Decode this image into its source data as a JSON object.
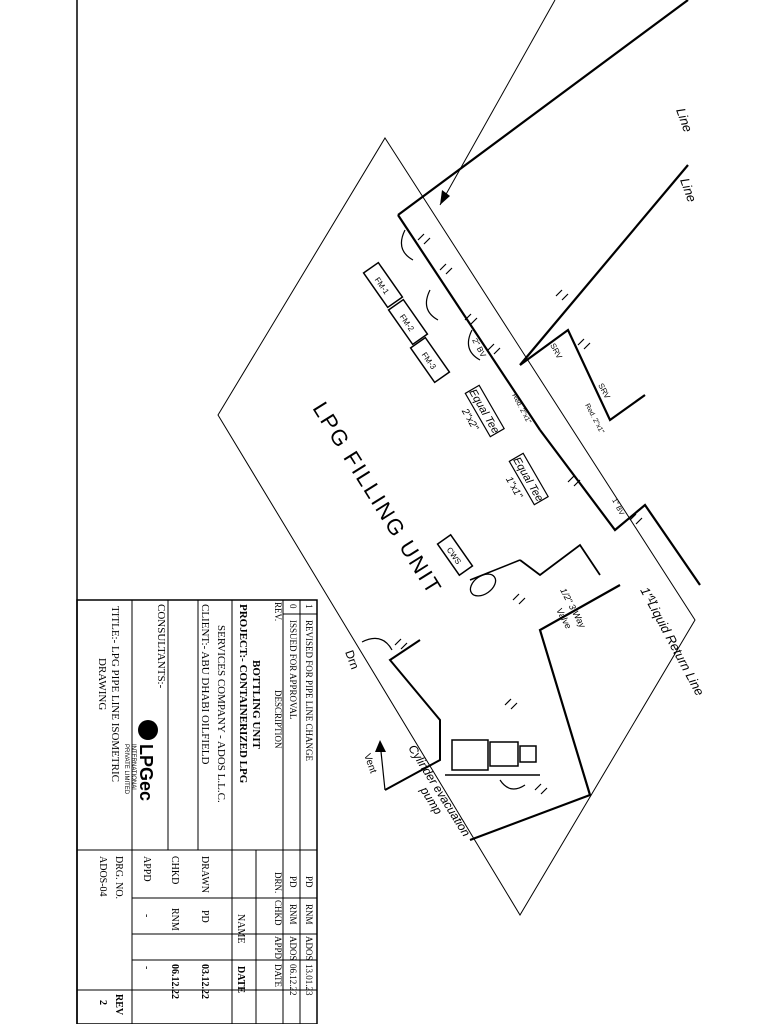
{
  "drawing": {
    "unit_title": "LPG FILLING UNIT",
    "liquid_return_label": "1\" Liquid Return Line",
    "top_line_label_1": "Line",
    "top_line_label_2": "Line",
    "pump_label_1": "Cylinder evacuation",
    "pump_label_2": "pump",
    "drain_label": "Drn",
    "vent_label": "Vent",
    "equal_tee_1_label": "Equal Tee",
    "equal_tee_1_size": "2\"x2\"",
    "equal_tee_2_label": "Equal Tee",
    "equal_tee_2_size": "1\"x1\"",
    "valve_3way_label": "1/2\" 3 Way",
    "valve_3way_label_2": "Valve",
    "fm1": "FM-1",
    "fm2": "FM-2",
    "fm3": "FM-3",
    "cws": "CWS",
    "srv_1": "SRV",
    "srv_2": "SRV",
    "bv_2": "2\" BV",
    "red_1": "Red. 2\"x1\"",
    "red_2": "Red. 2\"x1\"",
    "bv_1": "1\" BV",
    "size_1in": "1\""
  },
  "title_block": {
    "revisions_header": {
      "rev": "REV.",
      "description": "DESCRIPTION",
      "drn": "DRN.",
      "chkd": "CHKD",
      "appd": "APPD",
      "date": "DATE"
    },
    "revisions": [
      {
        "rev": "1",
        "description": "REVISED FOR PIPE LINE CHANGE",
        "drn": "PD",
        "chkd": "RNM",
        "appd": "ADOS",
        "date": "13.01.23"
      },
      {
        "rev": "0",
        "description": "ISSUED FOR APPROVAL",
        "drn": "PD",
        "chkd": "RNM",
        "appd": "ADOS",
        "date": "06.12.22"
      }
    ],
    "project_line1": "PROJECT:-  CONTAINERIZED LPG",
    "project_line2": "BOTTLING UNIT",
    "client_line1": "CLIENT:-  ABU DHABI OILFIELD",
    "client_line2": "SERVICES COMPANY - ADOS L.L.C.",
    "consultants": "CONSULTANTS:-",
    "logo_text": "LPGec",
    "logo_sub1": "INTERNATIONAL",
    "logo_sub2": "PRIVATE LIMITED",
    "title_line1": "TITLE:-  LPG PIPE LINE ISOMETRIC",
    "title_line2": "DRAWING",
    "name_header": "NAME",
    "date_header": "DATE",
    "drawn_label": "DRAWN",
    "drawn_name": "PD",
    "drawn_date": "03.12.22",
    "chkd_label": "CHKD",
    "chkd_name": "RNM",
    "chkd_date": "06.12.22",
    "appd_label": "APPD",
    "appd_name": "-",
    "appd_date": "-",
    "drg_no_label": "DRG. NO.",
    "drg_no": "ADOS-04",
    "rev_label": "REV",
    "rev_value": "2"
  }
}
